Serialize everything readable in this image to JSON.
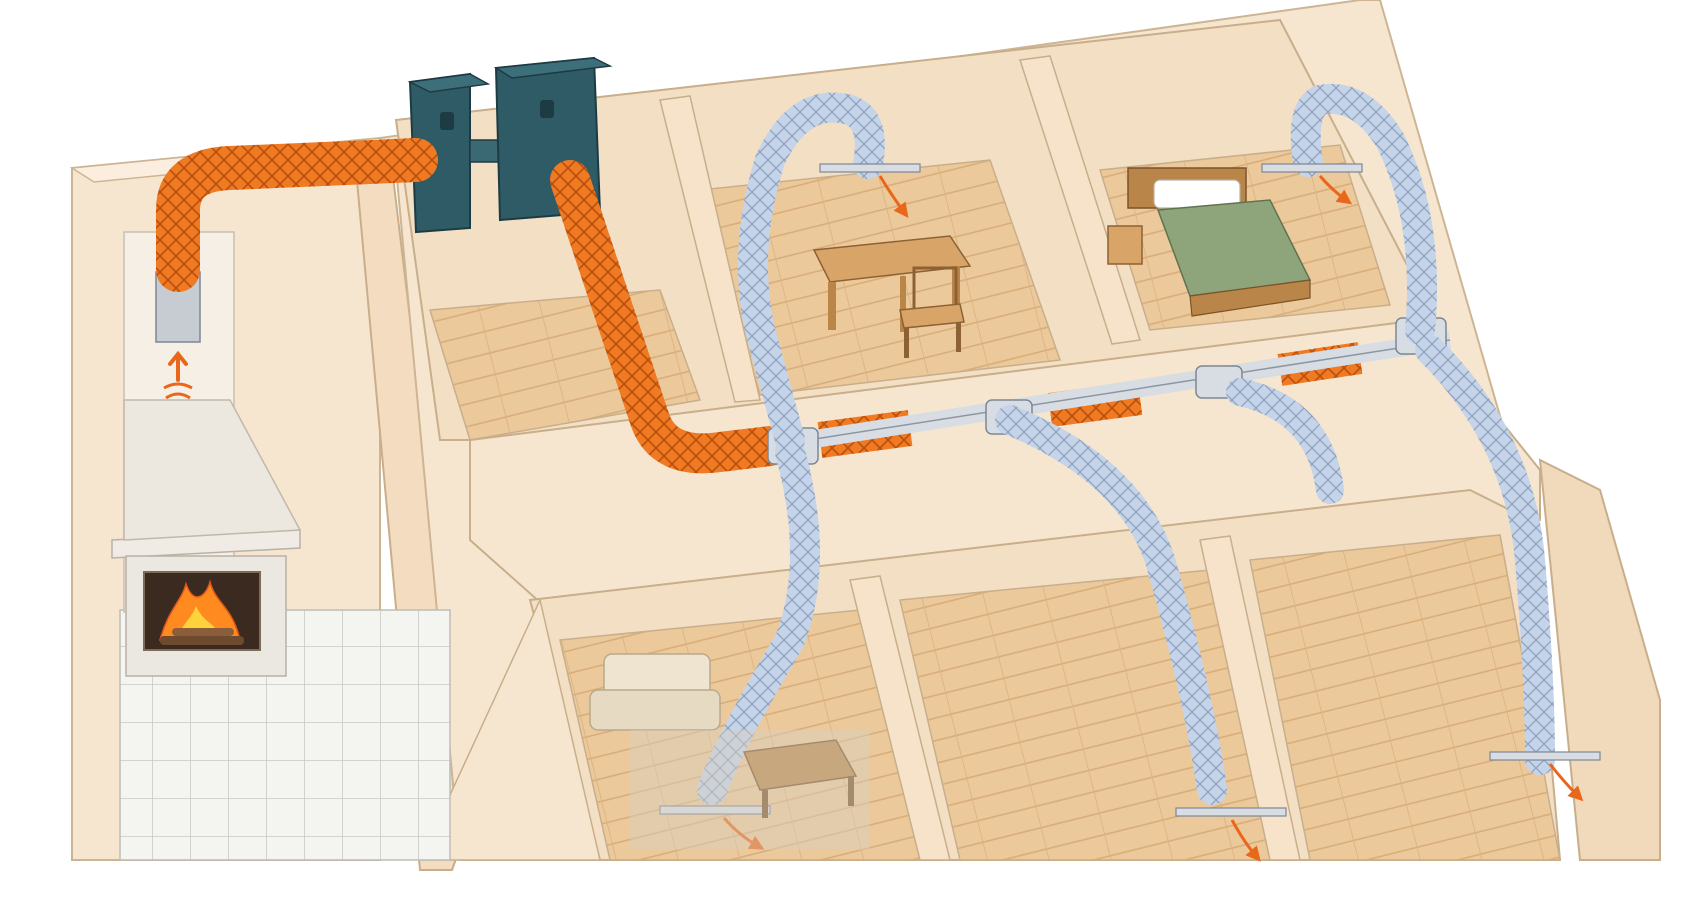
{
  "colors": {
    "background": "#ffffff",
    "wall": "#f7e6cf",
    "wall_edge": "#d9c2a3",
    "floor": "#ecc99b",
    "floor_line": "#d8b07e",
    "hot_duct": "#f07a22",
    "hot_duct_dark": "#b84f0e",
    "cool_duct": "#b9cbe3",
    "cool_duct_dark": "#7f96b6",
    "fan_unit": "#2f5b66",
    "fan_unit_dark": "#1d3b43",
    "fitting": "#d8dde4",
    "airflow": "#e9671a",
    "fire": "#ff8a1f"
  },
  "scene": {
    "heat_source": "fireplace",
    "fan_units": 2,
    "rooms": [
      "dining-room",
      "bedroom",
      "living-room",
      "room-empty-middle",
      "room-empty-right"
    ],
    "outlets": 5
  }
}
